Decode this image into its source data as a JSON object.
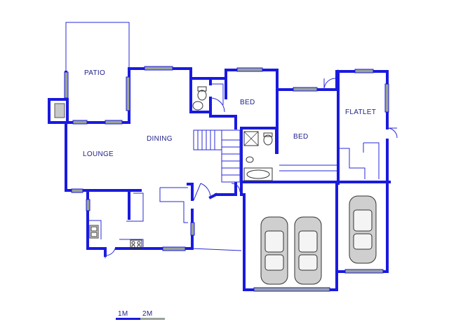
{
  "rooms": {
    "patio": "PATIO",
    "dining": "DINING",
    "lounge": "LOUNGE",
    "bed1": "BED",
    "bed2": "BED",
    "flatlet": "FLATLET"
  },
  "scale": {
    "label_1": "1M",
    "label_2": "2M"
  },
  "colors": {
    "wall": "#1a1adf",
    "window": "#9aa39a",
    "label": "#1e1e8a"
  }
}
